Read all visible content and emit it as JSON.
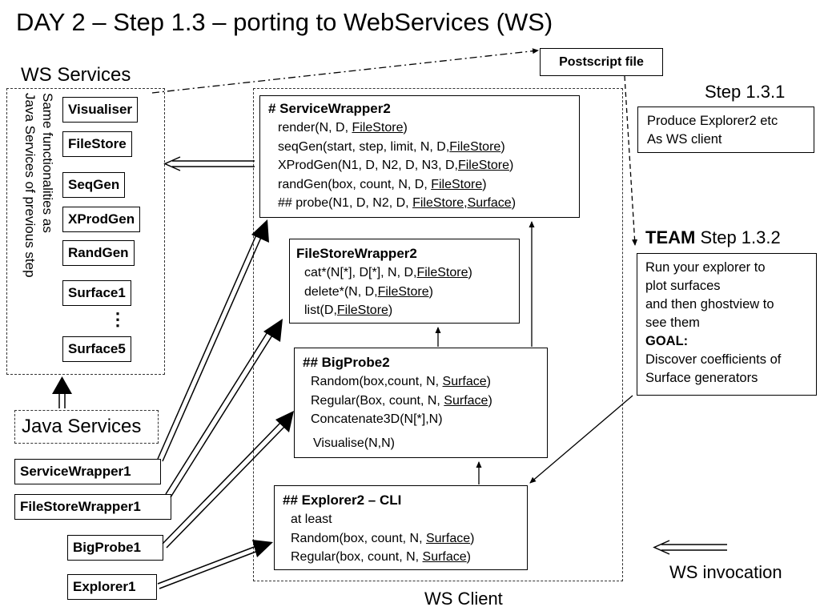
{
  "title": "DAY 2 – Step 1.3 – porting to WebServices (WS)",
  "ws_services": {
    "label": "WS Services",
    "items": [
      "Visualiser",
      "FileStore",
      "SeqGen",
      "XProdGen",
      "RandGen",
      "Surface1",
      "⋮",
      "Surface5"
    ],
    "vertical_note_line1": "Same functionalities as",
    "vertical_note_line2": "Java Services of previous step"
  },
  "java_services": {
    "label": "Java Services"
  },
  "postscript_file": {
    "label": "Postscript file"
  },
  "service_wrapper2": {
    "header": "# ServiceWrapper2",
    "lines": [
      {
        "pre": "render(N, D, ",
        "u1": "FileStore",
        "mid": "",
        "u2": "",
        "post": ")"
      },
      {
        "pre": "seqGen(start, step, limit, N, D,",
        "u1": "FileStore",
        "mid": "",
        "u2": "",
        "post": ")"
      },
      {
        "pre": "XProdGen(N1, D, N2, D, N3, D,",
        "u1": "FileStore",
        "mid": "",
        "u2": "",
        "post": ")"
      },
      {
        "pre": "randGen(box, count, N, D, ",
        "u1": "FileStore",
        "mid": "",
        "u2": "",
        "post": ")"
      },
      {
        "pre": "## probe(N1, D, N2, D, ",
        "u1": "FileStore",
        "mid": ",",
        "u2": "Surface",
        "post": ")"
      }
    ]
  },
  "filestore_wrapper2": {
    "header": "FileStoreWrapper2",
    "lines": [
      {
        "pre": "cat*(N[*], D[*], N, D,",
        "u1": "FileStore",
        "post": ")"
      },
      {
        "pre": "delete*(N, D,",
        "u1": "FileStore",
        "post": ")"
      },
      {
        "pre": "list(D,",
        "u1": "FileStore",
        "post": ")"
      }
    ]
  },
  "big_probe2": {
    "header": "## BigProbe2",
    "lines": [
      {
        "pre": "Random(box,count, N, ",
        "u1": "Surface",
        "post": ")"
      },
      {
        "pre": "Regular(Box, count, N, ",
        "u1": "Surface",
        "post": ")"
      },
      {
        "pre": "Concatenate3D(N[*],N)",
        "u1": "",
        "post": ""
      },
      {
        "pre": "Visualise(N,N)",
        "u1": "",
        "post": ""
      }
    ]
  },
  "explorer2": {
    "header": "## Explorer2 – CLI",
    "lines": [
      {
        "pre": "at least",
        "u1": "",
        "post": ""
      },
      {
        "pre": "Random(box, count, N, ",
        "u1": "Surface",
        "post": ")"
      },
      {
        "pre": "Regular(box, count, N, ",
        "u1": "Surface",
        "post": ")"
      }
    ]
  },
  "ws_client": {
    "label": "WS Client"
  },
  "step131": {
    "label": "Step 1.3.1",
    "text_line1": "Produce Explorer2 etc",
    "text_line2": "As WS client"
  },
  "step132": {
    "team": "TEAM",
    "label": " Step 1.3.2",
    "line1": "Run your explorer to",
    "line2": "plot surfaces",
    "line3": "and then ghostview to",
    "line4": "see them",
    "goal": "GOAL:",
    "line5": "Discover coefficients of",
    "line6": "Surface generators"
  },
  "legacy": [
    "ServiceWrapper1",
    "FileStoreWrapper1",
    "BigProbe1",
    "Explorer1"
  ],
  "legend": {
    "label": "WS invocation"
  }
}
